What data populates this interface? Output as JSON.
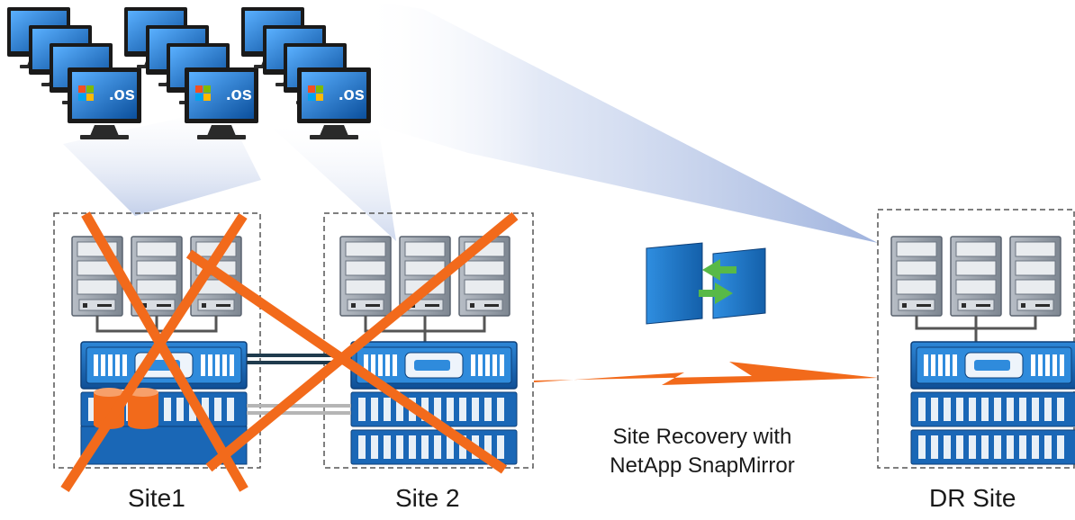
{
  "sites": [
    {
      "label": "Site1",
      "failed": true
    },
    {
      "label": "Site 2",
      "failed": true
    },
    {
      "label": "DR Site",
      "failed": false
    }
  ],
  "desktop_os_label": ".os",
  "replication_caption": [
    "Site Recovery  with",
    "NetApp SnapMirror"
  ],
  "colors": {
    "failure_x": "#f26a1b",
    "wan_link": "#f26a1b",
    "storage_blue": "#1e6fbe",
    "server_gray": "#8f98a4",
    "screen_blue": "#1d7cd0",
    "beam": "#9fb3dd"
  },
  "icons": [
    "desktop-monitor-icon",
    "windows-logo-icon",
    "server-rack-icon",
    "storage-array-icon",
    "disk-cylinder-icon",
    "replication-icon",
    "lightning-link-icon",
    "failure-x-icon"
  ]
}
